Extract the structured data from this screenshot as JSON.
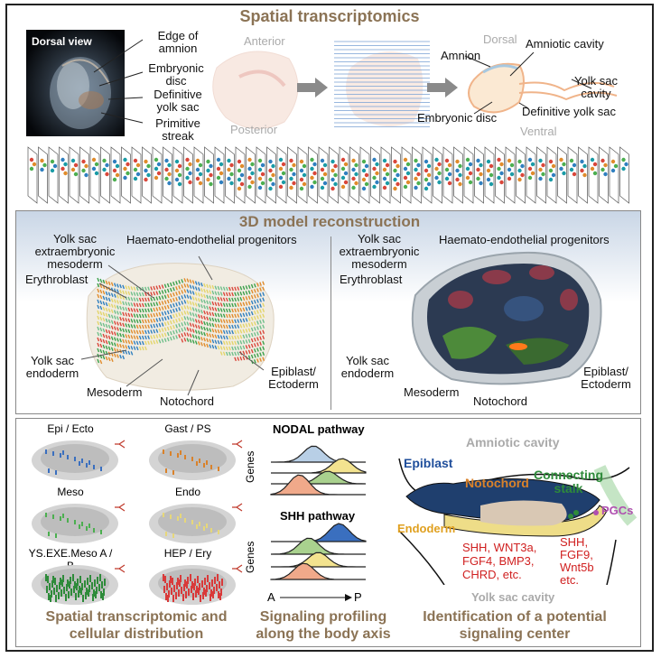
{
  "titles": {
    "spatial": "Spatial transcriptomics",
    "model3d": "3D model reconstruction"
  },
  "top": {
    "photo_label": "Dorsal view",
    "photo_annotations": [
      "Edge of\namnion",
      "Embryonic\ndisc",
      "Definitive\nyolk sac",
      "Primitive\nstreak"
    ],
    "anterior": "Anterior",
    "posterior": "Posterior",
    "dorsal": "Dorsal",
    "ventral": "Ventral",
    "schematic_labels": {
      "amnion": "Amnion",
      "amniotic_cavity": "Amniotic cavity",
      "yolk_sac_cavity": "Yolk sac\ncavity",
      "embryonic_disc": "Embryonic disc",
      "definitive_yolk_sac": "Definitive yolk sac"
    }
  },
  "model": {
    "left": {
      "ys_exe_meso": "Yolk sac\nextraembryonic\nmesoderm",
      "hep": "Haemato-endothelial progenitors",
      "erythroblast": "Erythroblast",
      "ys_endoderm": "Yolk sac\nendoderm",
      "mesoderm": "Mesoderm",
      "notochord": "Notochord",
      "epiblast": "Epiblast/\nEctoderm"
    },
    "right": {
      "ys_exe_meso": "Yolk sac\nextraembryonic\nmesoderm",
      "hep": "Haemato-endothelial progenitors",
      "erythroblast": "Erythroblast",
      "ys_endoderm": "Yolk sac\nendoderm",
      "mesoderm": "Mesoderm",
      "notochord": "Notochord",
      "epiblast": "Epiblast/\nEctoderm"
    }
  },
  "bottom": {
    "panels": [
      {
        "label": "Epi / Ecto",
        "color": "#3a6fbf"
      },
      {
        "label": "Gast / PS",
        "color": "#d9822b"
      },
      {
        "label": "Meso",
        "color": "#4caf50"
      },
      {
        "label": "Endo",
        "color": "#e6d77a"
      },
      {
        "label": "YS.EXE.Meso A / B",
        "color": "#2e8b3a"
      },
      {
        "label": "HEP / Ery",
        "color": "#d93a3a"
      }
    ],
    "caption1": "Spatial transcriptomic and\ncellular distribution",
    "nodal": "NODAL pathway",
    "shh": "SHH pathway",
    "genes": "Genes",
    "axis_a": "A",
    "axis_p": "P",
    "caption2": "Signaling profiling\nalong the body axis",
    "amniotic_cavity": "Amniotic cavity",
    "epiblast": "Epiblast",
    "notochord": "Notochord",
    "connecting_stalk": "Connecting\nstalk",
    "pgcs": "PGCs",
    "endoderm": "Endoderm",
    "genes_list1": "SHH, WNT3a,\nFGF4, BMP3,\nCHRD, etc.",
    "genes_list2": "SHH,\nFGF9,\nWnt5b\netc.",
    "yolk_sac_cavity": "Yolk sac cavity",
    "caption3": "Identification of a potential\nsignaling center",
    "colors": {
      "epiblast": "#1f4e9b",
      "notochord": "#d9822b",
      "stalk": "#2e8b3a",
      "pgcs": "#b04fb0",
      "endoderm": "#e0a020",
      "genes": "#d02020"
    }
  }
}
